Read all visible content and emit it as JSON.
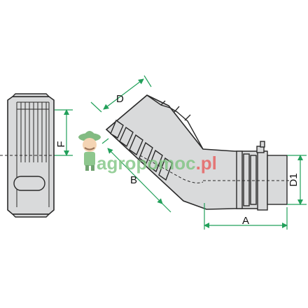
{
  "diagram": {
    "dimensions": {
      "a": "A",
      "b": "B",
      "d": "D",
      "d1": "D1",
      "f": "F"
    },
    "watermark": {
      "text_prefix": "agropomoc",
      "text_suffix": ".pl"
    },
    "colors": {
      "part_fill": "#d9dadb",
      "part_stroke": "#2a2a2a",
      "dimension": "#22a05a",
      "watermark_green": "#7cc47f",
      "watermark_red": "#e85a5a"
    }
  }
}
